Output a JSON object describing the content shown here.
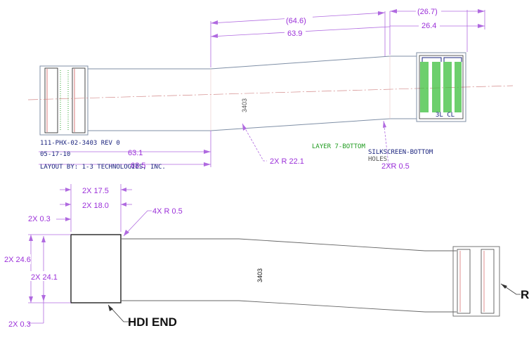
{
  "top_view": {
    "dims": {
      "d64_6": "(64.6)",
      "d63_9": "63.9",
      "d26_7": "(26.7)",
      "d26_4": "26.4",
      "d63_1": "63.1",
      "d63_5": "63.5",
      "radius_22_1": "2X R 22.1",
      "radius_0_5": "2XR 0.5"
    },
    "part_text": "3403",
    "notes": {
      "line1": "111-PHX-02-3403 REV 0",
      "line2": "05-17-10",
      "line3": "LAYOUT BY: 1-3 TECHNOLOGIES, INC."
    },
    "layer_label": "LAYER 7-BOTTOM",
    "silkscreen_label": "SILKSCREEN-BOTTOM",
    "holes_label": "HOLES",
    "connector_mark": "3L CL"
  },
  "bottom_view": {
    "dims": {
      "d17_5": "2X 17.5",
      "d18_0": "2X 18.0",
      "d0_3_top": "2X 0.3",
      "r0_5": "4X R 0.5",
      "d24_6": "2X 24.6",
      "d24_1": "2X 24.1",
      "d0_3_bot": "2X 0.3"
    },
    "part_text": "3403",
    "hdi_label": "HDI END",
    "right_label": "R"
  },
  "colors": {
    "dimension": "#9b30d9",
    "notes": "#1a237e",
    "layer": "#1f9b1f",
    "outline": "#7f8fa6"
  }
}
